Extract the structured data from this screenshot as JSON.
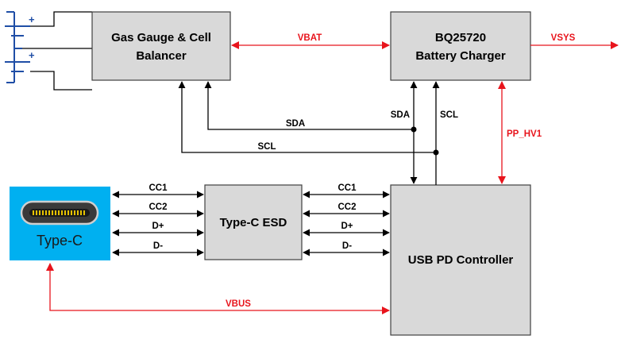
{
  "blocks": {
    "gas_gauge": [
      "Gas Gauge & Cell",
      "Balancer"
    ],
    "charger": [
      "BQ25720",
      "Battery Charger"
    ],
    "esd": "Type-C ESD",
    "pd": "USB PD Controller",
    "typec": "Type-C"
  },
  "signals": {
    "vbat": "VBAT",
    "vsys": "VSYS",
    "pp_hv1": "PP_HV1",
    "vbus": "VBUS",
    "sda_h": "SDA",
    "scl_h": "SCL",
    "sda_v": "SDA",
    "scl_v": "SCL",
    "left_cc": [
      "CC1",
      "CC2",
      "D+",
      "D-"
    ],
    "right_cc": [
      "CC1",
      "CC2",
      "D+",
      "D-"
    ]
  },
  "battery": {
    "plus_signs": [
      "+",
      "+"
    ]
  },
  "colors": {
    "power_net": "#e8141c",
    "typec_bg": "#00b0f0",
    "block_fill": "#d9d9d9",
    "battery": "#1f4ea6"
  }
}
